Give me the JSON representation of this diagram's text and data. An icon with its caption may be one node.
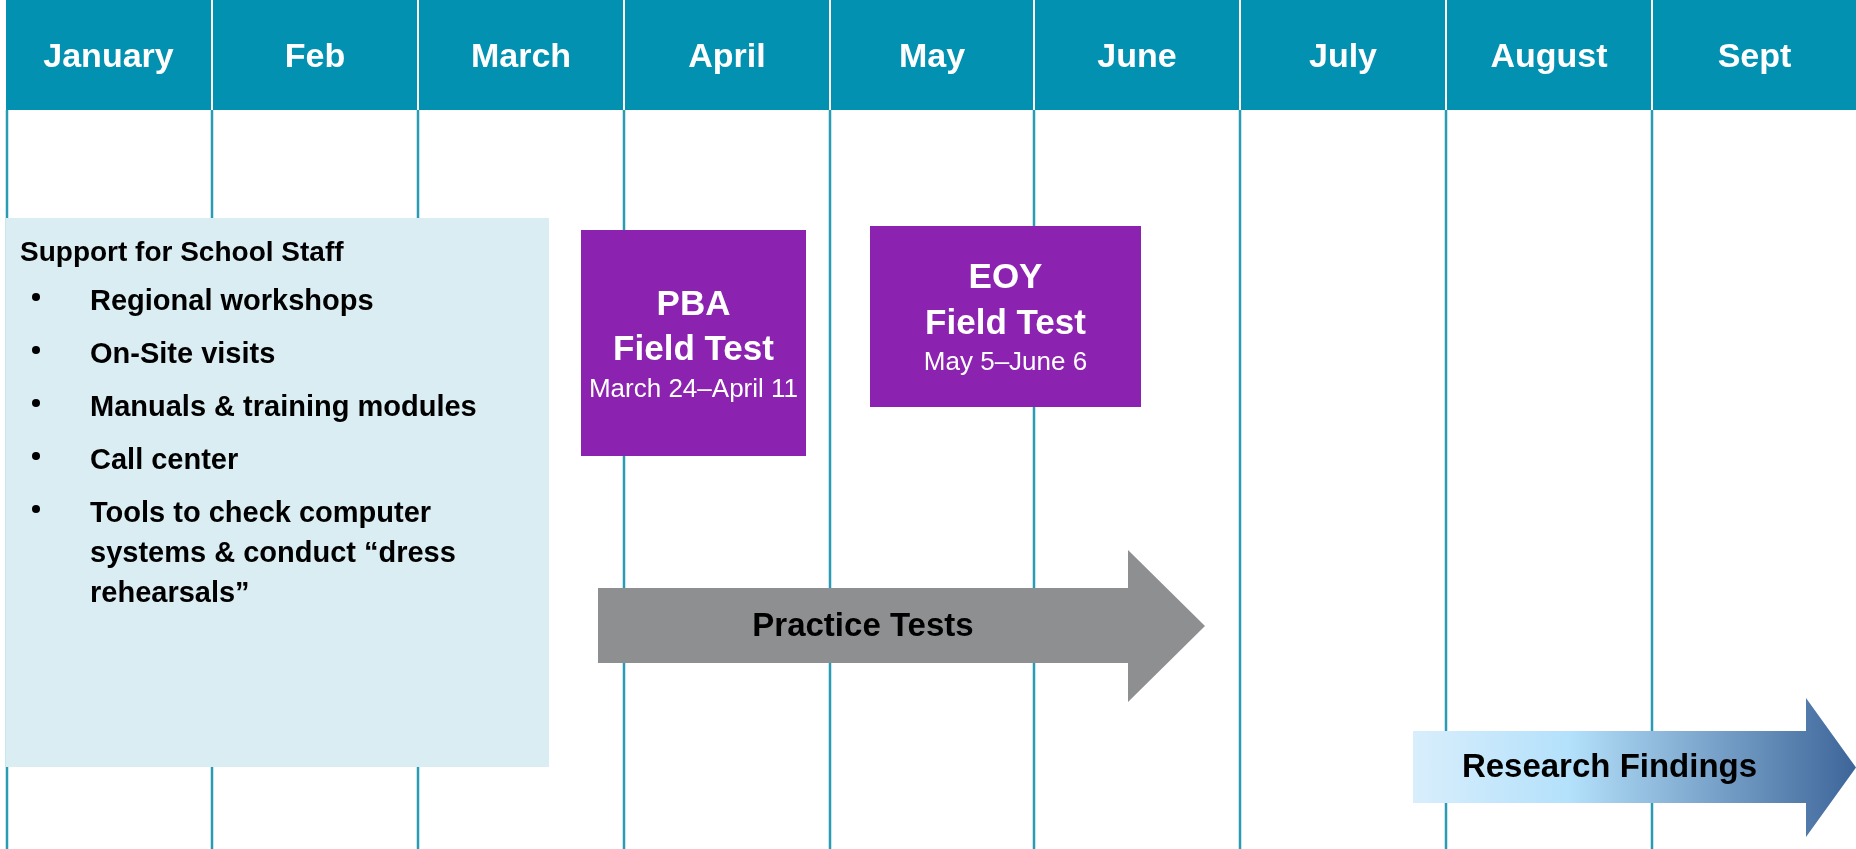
{
  "diagram": {
    "nodes": [
      {
        "text": [
          "January"
        ]
      },
      {
        "text": [
          "Feb"
        ]
      },
      {
        "text": [
          "March"
        ]
      },
      {
        "text": [
          "April"
        ]
      },
      {
        "text": [
          "May"
        ]
      },
      {
        "text": [
          "June"
        ]
      },
      {
        "text": [
          "July"
        ]
      },
      {
        "text": [
          "August"
        ]
      },
      {
        "text": [
          "Sept"
        ]
      },
      {
        "text": [
          "Support for School Staff",
          "Regional workshops",
          "On-Site visits",
          "Manuals & training modules",
          "Call center",
          "Tools to check computer systems & conduct “dress rehearsals”"
        ]
      },
      {
        "text": [
          "PBA",
          "Field Test",
          "March 24–April 11"
        ]
      },
      {
        "text": [
          "EOY",
          "Field Test",
          "May 5–June 6"
        ]
      },
      {
        "text": [
          "Practice Tests"
        ]
      },
      {
        "text": [
          "Research Findings"
        ]
      }
    ],
    "edges": []
  }
}
